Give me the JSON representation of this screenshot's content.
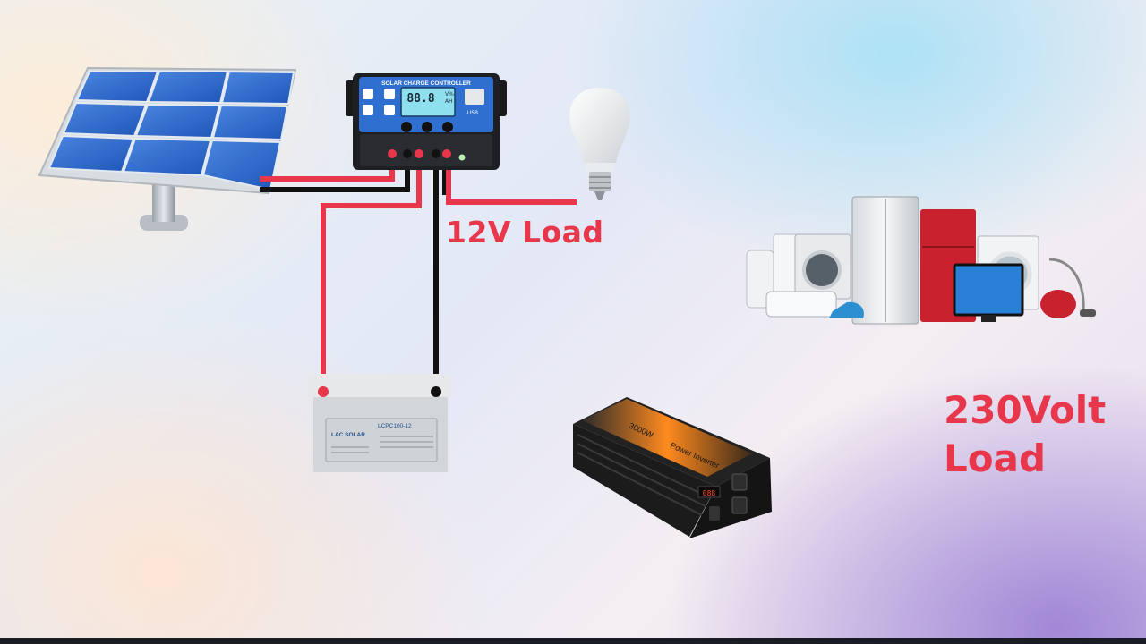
{
  "controller": {
    "title": "SOLAR CHARGE CONTROLLER",
    "lcd_value": "88.8",
    "lcd_unit_top": "V%",
    "lcd_unit_bottom": "AH",
    "usb_label": "USB"
  },
  "battery": {
    "brand": "LAC SOLAR",
    "model": "LCPC100-12"
  },
  "inverter": {
    "brand": "Power Inverter",
    "rating": "3000W",
    "display": "088"
  },
  "labels": {
    "low_voltage_load": "12V Load",
    "high_voltage_load_line1": "230Volt",
    "high_voltage_load_line2": "Load"
  },
  "colors": {
    "positive_wire": "#e8364a",
    "negative_wire": "#111111",
    "label": "#e8364a"
  }
}
